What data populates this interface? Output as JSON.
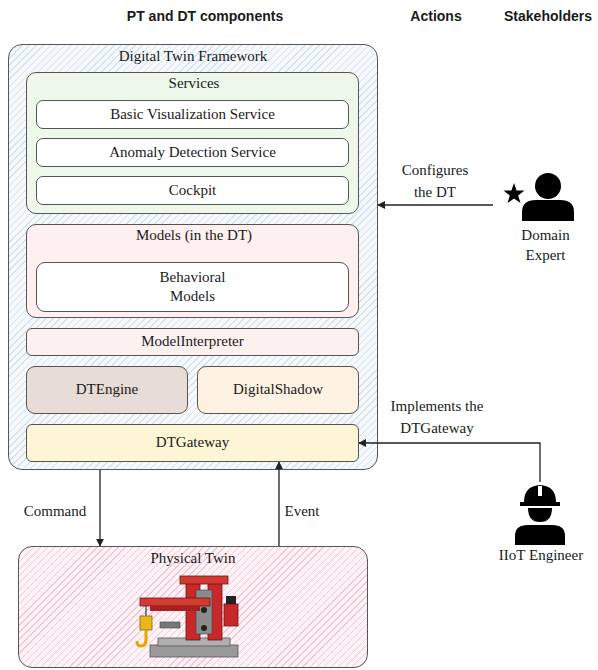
{
  "diagram": {
    "nodes": [
      {
        "text": [
          "Digital Twin Framework"
        ]
      },
      {
        "text": [
          "Services"
        ],
        "in": 0
      },
      {
        "text": [
          "Basic Visualization Service"
        ],
        "in": 1
      },
      {
        "text": [
          "Anomaly Detection Service"
        ],
        "in": 1
      },
      {
        "text": [
          "Cockpit"
        ],
        "in": 1
      },
      {
        "text": [
          "Models (in the DT)"
        ],
        "in": 0
      },
      {
        "text": [
          "Behavioral Models"
        ],
        "in": 5
      },
      {
        "text": [
          "ModelInterpreter"
        ],
        "in": 0
      },
      {
        "text": [
          "DTEngine"
        ],
        "in": 0
      },
      {
        "text": [
          "DigitalShadow"
        ],
        "in": 0
      },
      {
        "text": [
          "DTGateway"
        ],
        "in": 0
      },
      {
        "text": [
          "Physical Twin"
        ]
      },
      {
        "text": [
          "Domain Expert"
        ]
      },
      {
        "text": [
          "IIoT Engineer"
        ]
      }
    ],
    "edges": [
      {
        "from": 12,
        "to": 0,
        "label": "Configures the DT",
        "arrow": "to"
      },
      {
        "from": 13,
        "to": 10,
        "label": "Implements the DTGateway",
        "arrow": "to"
      },
      {
        "from": 0,
        "to": 11,
        "label": "Command",
        "arrow": "to"
      },
      {
        "from": 11,
        "to": 10,
        "label": "Event",
        "arrow": "to"
      }
    ],
    "labels": [
      "PT and DT components",
      "Actions",
      "Stakeholders"
    ]
  }
}
